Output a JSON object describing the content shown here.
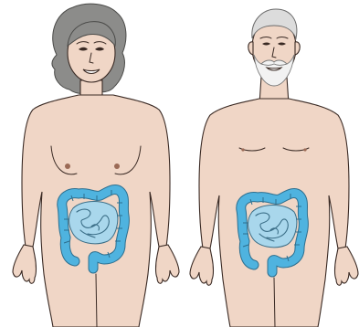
{
  "figure": {
    "colors": {
      "skin": "#f0d6c6",
      "skin_outline": "#3a2a24",
      "female_hair": "#8c8c8a",
      "female_hair_shade": "#6e6e6c",
      "male_hair": "#dcdcdc",
      "male_beard": "#f2f2f2",
      "colon_outer": "#4fb3df",
      "colon_inner": "#bfe3f2",
      "colon_line": "#2d6f8f",
      "small_intestine": "#a9d7ec",
      "small_intestine_line": "#3b6e87"
    },
    "figures": [
      {
        "id": "female-figure",
        "hair_style": "wavy-shoulder-length",
        "facial_hair": "none"
      },
      {
        "id": "male-figure",
        "hair_style": "short-gray",
        "facial_hair": "full-beard-mustache"
      }
    ],
    "organ_shown": "large-intestine-and-small-intestine"
  }
}
